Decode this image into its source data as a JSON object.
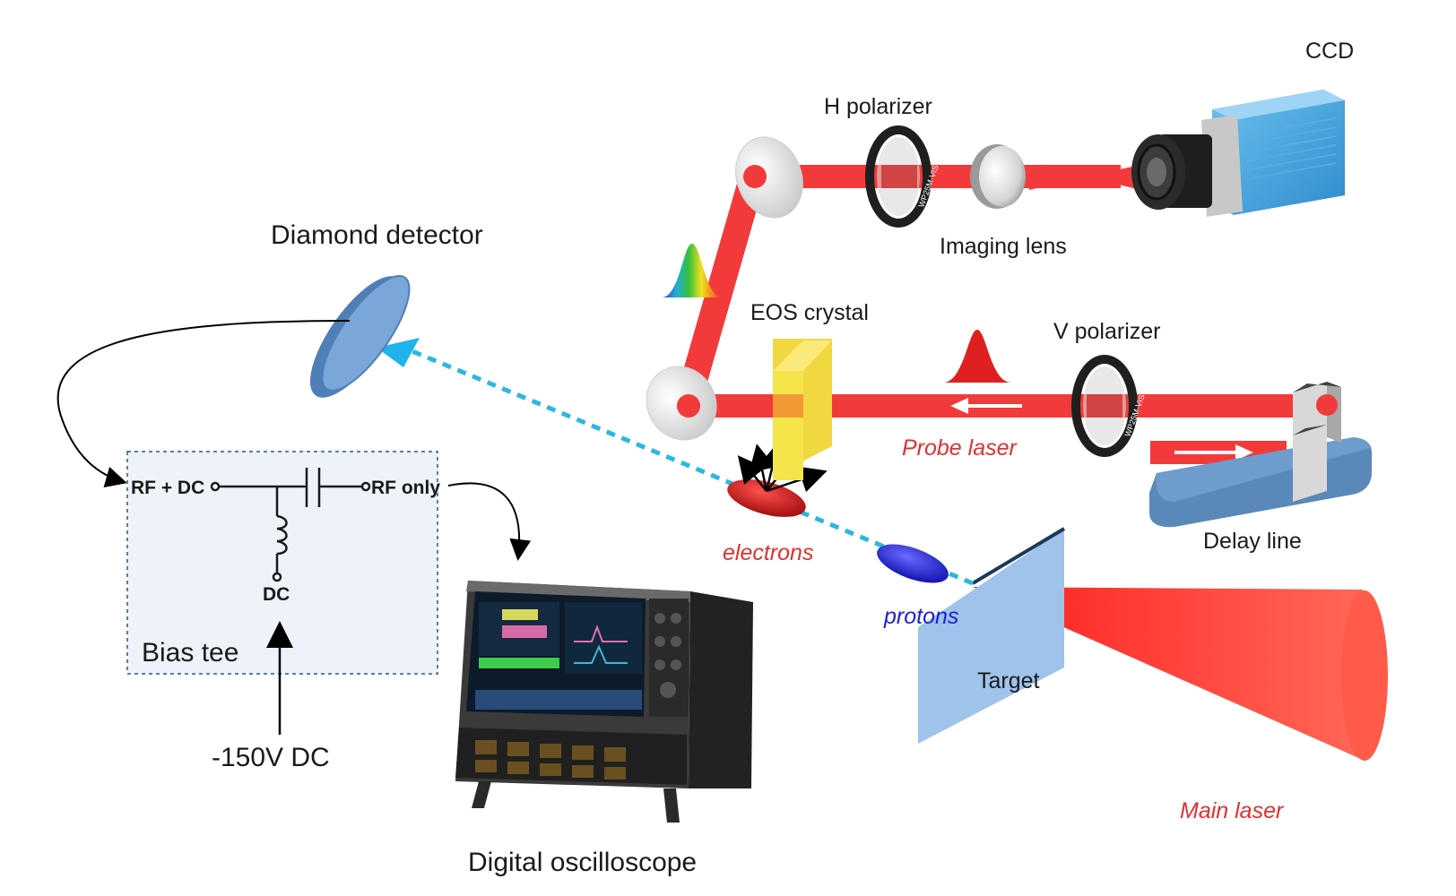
{
  "labels": {
    "ccd": "CCD",
    "h_polarizer": "H polarizer",
    "imaging_lens": "Imaging lens",
    "diamond_detector": "Diamond detector",
    "eos_crystal": "EOS crystal",
    "v_polarizer": "V polarizer",
    "probe_laser": "Probe laser",
    "delay_line": "Delay line",
    "electrons": "electrons",
    "protons": "protons",
    "target": "Target",
    "main_laser": "Main laser",
    "bias_tee": "Bias tee",
    "rf_dc": "RF + DC",
    "rf_only": "RF only",
    "dc": "DC",
    "bias_voltage": "-150V DC",
    "digital_oscilloscope": "Digital oscilloscope",
    "polarizer_marking": "WP25M-VIS"
  },
  "colors": {
    "laser_red": "#f23a3a",
    "proton_path": "#2bb8e0",
    "crystal_yellow": "#f5e44a",
    "target_blue": "#9fc3ea",
    "detector_blue": "#7aa6d8",
    "bias_tee_box": "#eef3f9",
    "protons_blue": "#1f1fd0",
    "electrons_red": "#c81414"
  }
}
